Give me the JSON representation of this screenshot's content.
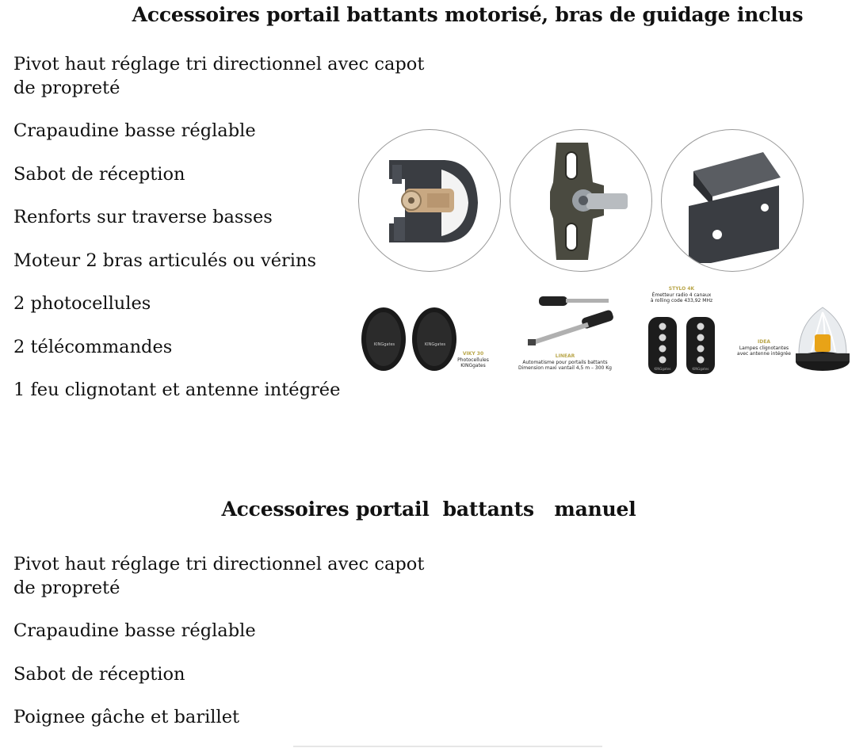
{
  "section_motorized": {
    "title": "Accessoires portail battants motorisé, bras de guidage inclus",
    "items": [
      "Pivot haut réglage tri directionnel avec capot de propreté",
      "Crapaudine basse réglable",
      "Sabot de réception",
      "Renforts sur traverse basses",
      "Moteur 2 bras articulés ou vérins",
      "2 photocellules",
      "2 télécommandes",
      "1 feu clignotant et antenne intégrée"
    ]
  },
  "section_manual": {
    "title": "Accessoires portail  battants   manuel",
    "items": [
      "Pivot haut réglage tri directionnel avec capot de propreté",
      "Crapaudine basse réglable",
      "Sabot de réception",
      "Poignee gâche et barillet"
    ]
  },
  "product_strip": {
    "photocells": {
      "title": "VIKY 30",
      "lines": [
        "Photocellules",
        "KINGgates"
      ],
      "logo": "KINGgates"
    },
    "motor": {
      "title": "LINEAR",
      "lines": [
        "Automatisme pour portails battants",
        "Dimension maxi vantail 4,5 m – 300 Kg"
      ]
    },
    "remote": {
      "title": "STYLO 4K",
      "lines": [
        "Émetteur radio 4 canaux",
        "à rolling code 433,92 MHz"
      ],
      "logo": "KINGgates"
    },
    "lamp": {
      "title": "IDEA",
      "lines": [
        "Lampes clignotantes",
        "avec antenne intégrée"
      ]
    }
  },
  "colors": {
    "text": "#111111",
    "circle_border": "#9a9a9a",
    "hardware_dark": "#3a3d42",
    "brass": "#c8a882",
    "caption_accent": "#b9a64a",
    "lamp_amber": "#e8a317"
  }
}
